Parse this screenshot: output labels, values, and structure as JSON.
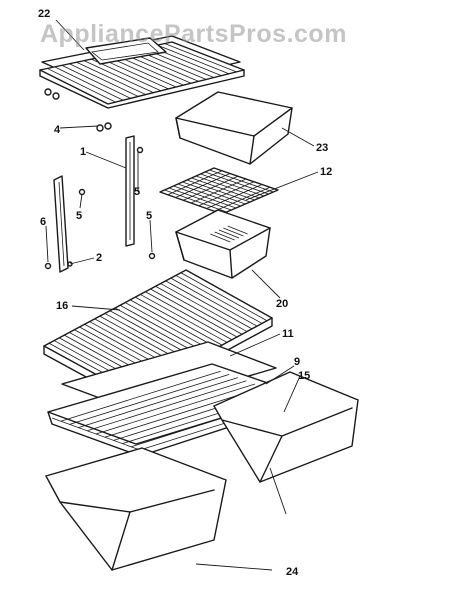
{
  "watermark": "AppliancePartsPros.com",
  "callouts": [
    {
      "id": "22",
      "text": "22"
    },
    {
      "id": "4",
      "text": "4"
    },
    {
      "id": "1",
      "text": "1"
    },
    {
      "id": "23",
      "text": "23"
    },
    {
      "id": "12",
      "text": "12"
    },
    {
      "id": "5a",
      "text": "5"
    },
    {
      "id": "5b",
      "text": "5"
    },
    {
      "id": "5c",
      "text": "5"
    },
    {
      "id": "6",
      "text": "6"
    },
    {
      "id": "2",
      "text": "2"
    },
    {
      "id": "20",
      "text": "20"
    },
    {
      "id": "16",
      "text": "16"
    },
    {
      "id": "11",
      "text": "11"
    },
    {
      "id": "9",
      "text": "9"
    },
    {
      "id": "15",
      "text": "15"
    },
    {
      "id": "24",
      "text": "24"
    }
  ]
}
